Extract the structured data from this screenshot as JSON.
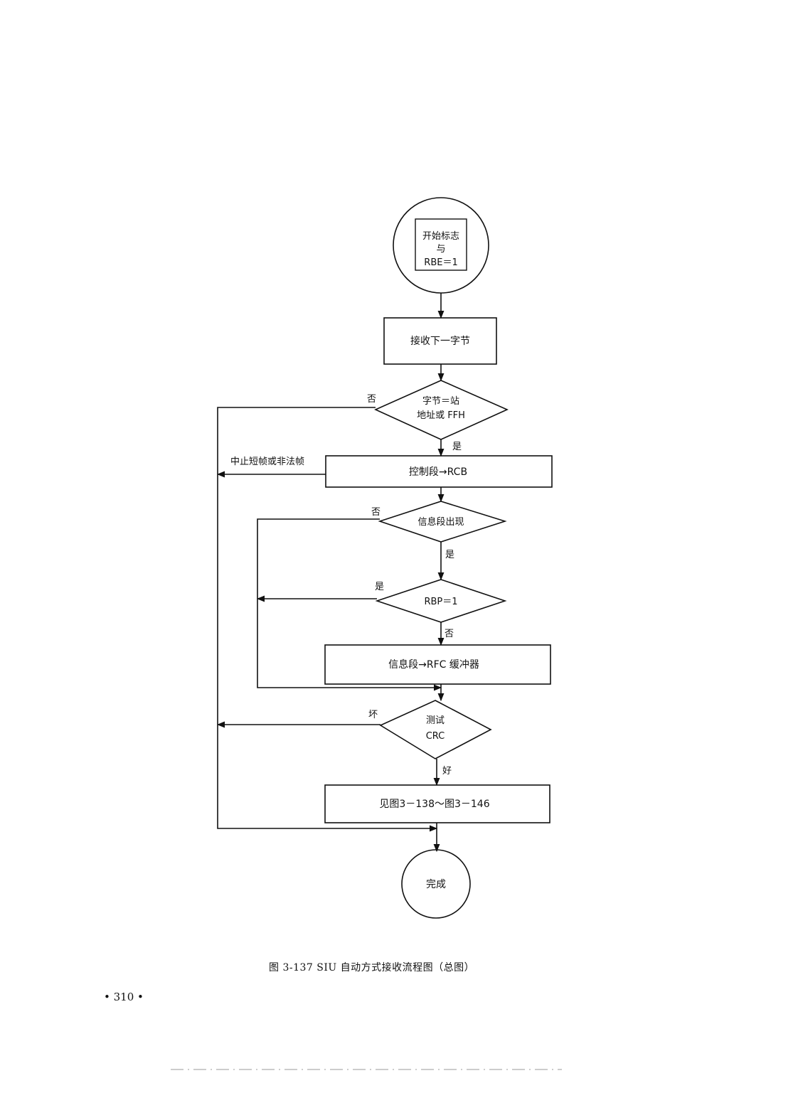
{
  "start": {
    "line1": "开始标志",
    "line2": "与",
    "line3": "RBE＝1"
  },
  "steps": {
    "receive_byte": "接收下一字节",
    "control_to_rcb": "控制段→RCB",
    "info_to_rfc": "信息段→RFC 缓冲器",
    "see_figures": "见图3－138～图3－146"
  },
  "decisions": {
    "address_check": {
      "line1": "字节＝站",
      "line2": "地址或 FFH"
    },
    "info_present": {
      "text": "信息段出现"
    },
    "rbp_check": {
      "text": "RBP＝1"
    },
    "crc_test": {
      "line1": "测试",
      "line2": "CRC"
    }
  },
  "edge_labels": {
    "addr_no": "否",
    "addr_yes": "是",
    "abort_short_illegal": "中止短帧或非法帧",
    "info_no": "否",
    "info_yes": "是",
    "rbp_yes": "是",
    "rbp_no": "否",
    "crc_bad": "坏",
    "crc_good": "好"
  },
  "end": {
    "text": "完成"
  },
  "caption": "图 3-137  SIU 自动方式接收流程图（总图）",
  "page_number": "• 310 •"
}
